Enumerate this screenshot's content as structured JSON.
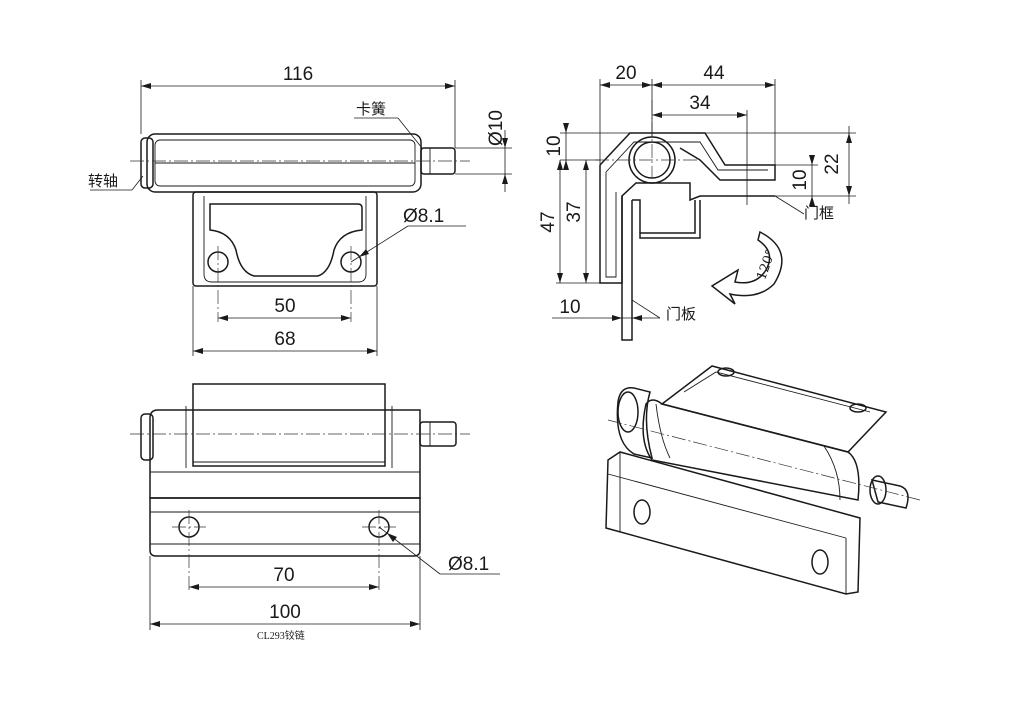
{
  "dimensions": {
    "top_length": "116",
    "pin_diameter": "Ø10",
    "hole_diameter_top": "Ø8.1",
    "hole_spacing_top": "50",
    "base_width_top": "68",
    "hole_spacing_front": "70",
    "overall_width_front": "100",
    "hole_diameter_front": "Ø8.1",
    "side_20": "20",
    "side_44": "44",
    "side_34": "34",
    "side_10_top": "10",
    "side_22": "22",
    "side_10_right": "10",
    "side_47": "47",
    "side_37": "37",
    "side_10_bottom": "10",
    "rotation_angle": "120°"
  },
  "labels": {
    "spring_clip": "卡簧",
    "pivot_shaft": "转轴",
    "door_frame": "门框",
    "door_panel": "门板"
  },
  "caption": "CL293铰链"
}
